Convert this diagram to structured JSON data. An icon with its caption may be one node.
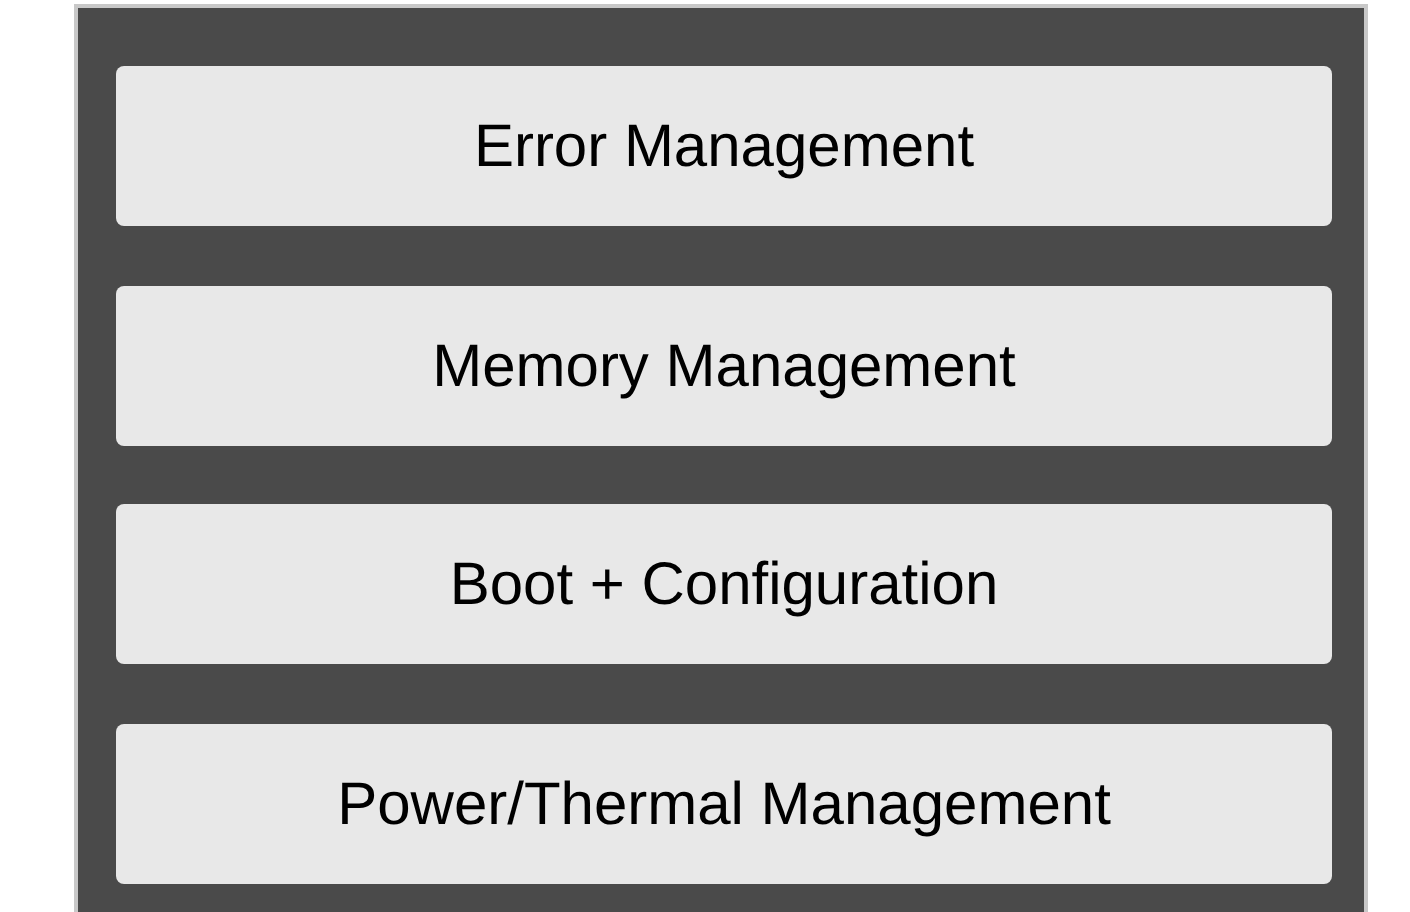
{
  "diagram": {
    "nodes": [
      {
        "text": [],
        "shape": "box"
      },
      {
        "text": [
          "Error Management"
        ],
        "in": 0
      },
      {
        "text": [
          "Memory Management"
        ],
        "in": 0
      },
      {
        "text": [
          "Boot + Configuration"
        ],
        "in": 0
      },
      {
        "text": [
          "Power/Thermal Management"
        ],
        "in": 0
      }
    ]
  }
}
